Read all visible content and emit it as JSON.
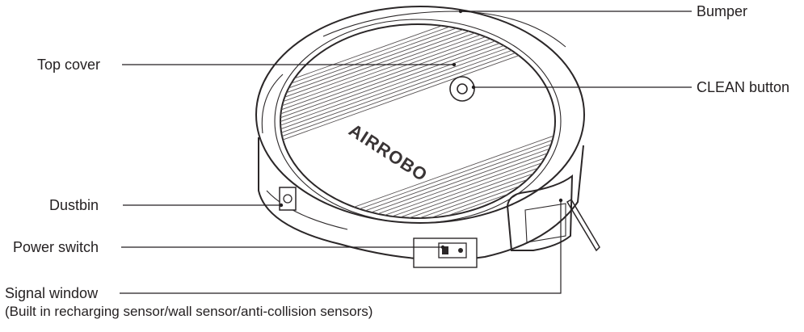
{
  "brand": "AIRROBO",
  "labels": {
    "bumper": "Bumper",
    "top_cover": "Top cover",
    "clean_button": "CLEAN button",
    "dustbin": "Dustbin",
    "power_switch": "Power switch",
    "signal_window": "Signal window",
    "signal_window_note": "(Built in recharging sensor/wall sensor/anti-collision sensors)"
  }
}
